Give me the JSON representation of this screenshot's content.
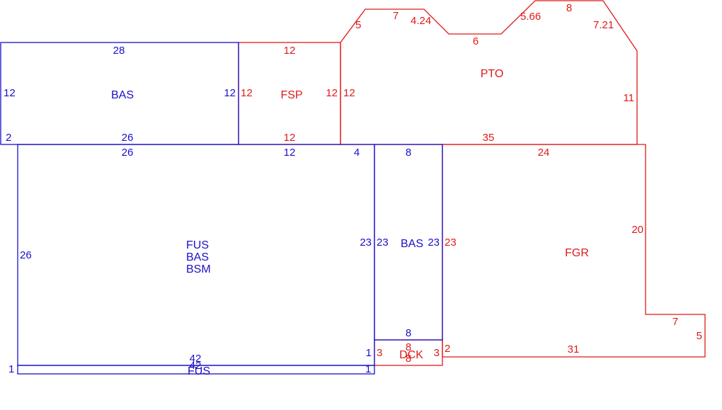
{
  "colors": {
    "blue": "#1a10c8",
    "red": "#e0191a",
    "background": "#ffffff"
  },
  "areas": {
    "bas_top": {
      "label": "BAS"
    },
    "fsp": {
      "label": "FSP"
    },
    "pto": {
      "label": "PTO"
    },
    "main": {
      "labels": [
        "FUS",
        "BAS",
        "BSM"
      ]
    },
    "bas_right": {
      "label": "BAS"
    },
    "fgr": {
      "label": "FGR"
    },
    "dck": {
      "label": "DCK"
    },
    "fus_strip": {
      "label": "FUS"
    }
  },
  "dimensions": {
    "bas_top": {
      "top": "28",
      "left": "12",
      "right": "12",
      "bottom": "26",
      "corner": "2"
    },
    "fsp": {
      "top": "12",
      "left": "12",
      "right": "12",
      "bottom": "12"
    },
    "pto": {
      "left": "12",
      "seg_a": "5",
      "seg_b": "7",
      "seg_c": "4.24",
      "seg_d": "6",
      "seg_e": "5.66",
      "seg_f": "8",
      "seg_g": "7.21",
      "right": "11",
      "bottom": "35"
    },
    "main": {
      "top_a": "26",
      "top_b": "12",
      "top_c": "4",
      "left": "26",
      "right": "23",
      "bottom": "42"
    },
    "bas_right": {
      "top": "8",
      "left": "23",
      "right": "23",
      "bottom": "8"
    },
    "fgr": {
      "top": "24",
      "left": "23",
      "right": "20",
      "step": "7",
      "end": "5",
      "bottom": "31",
      "notch": "2"
    },
    "dck": {
      "top": "8",
      "left": "3",
      "right": "3",
      "bottom": "8"
    },
    "fus_strip": {
      "left": "1",
      "right": "1",
      "length": "42",
      "extra": "1"
    }
  }
}
